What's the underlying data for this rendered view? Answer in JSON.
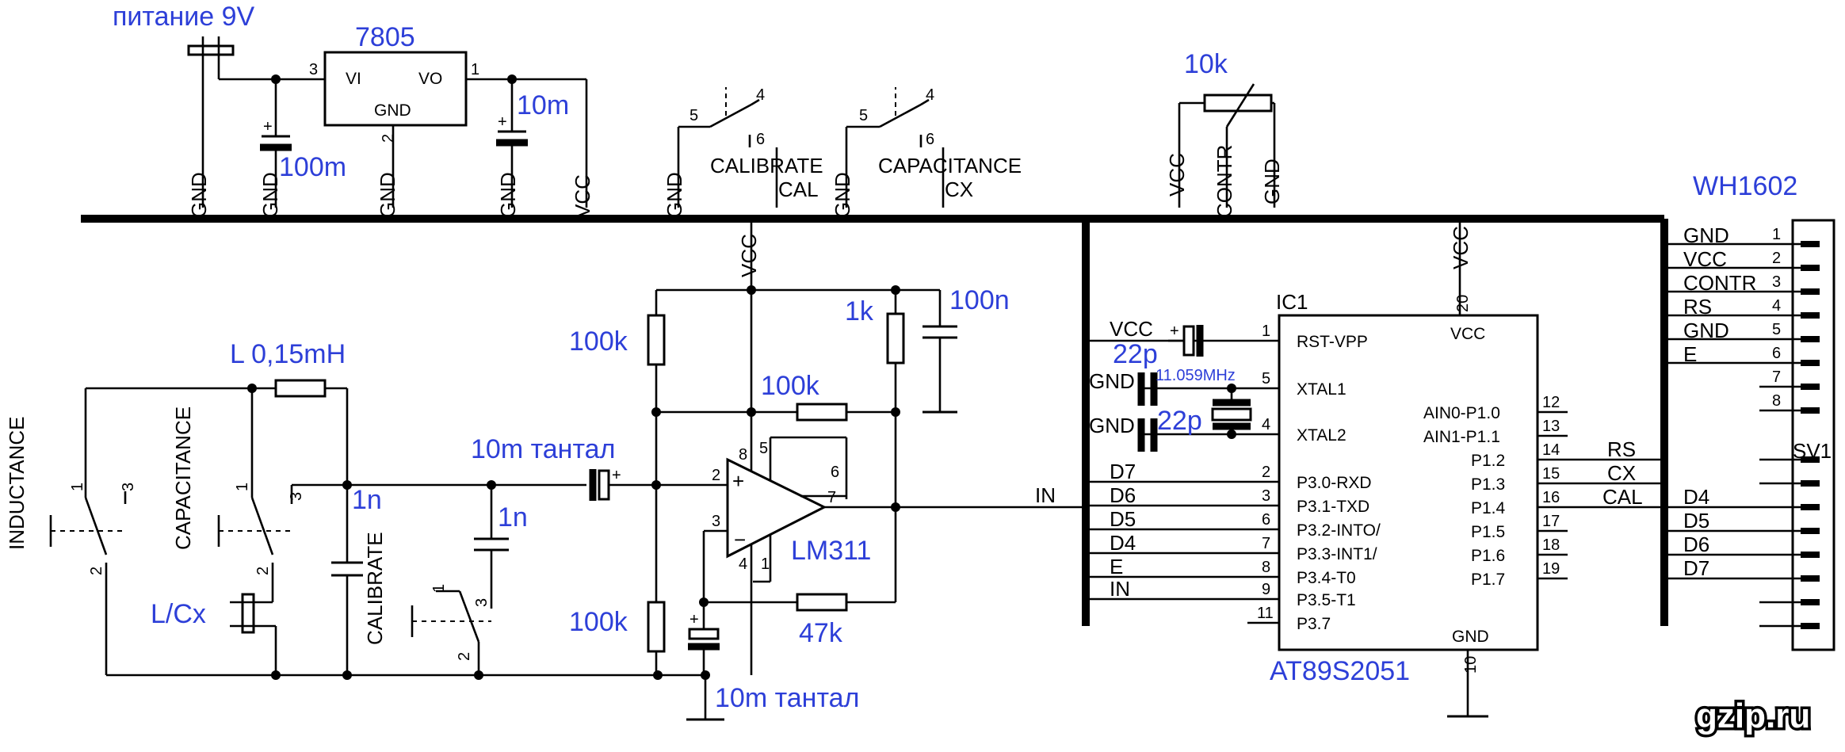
{
  "labels": {
    "power": "питание 9V",
    "reg": "7805",
    "reg_vi": "VI",
    "reg_vo": "VO",
    "reg_gnd": "GND",
    "c100m": "100m",
    "c10m_top": "10m",
    "gnd": "GND",
    "vcc": "VCC",
    "calibrate": "CALIBRATE",
    "cal": "CAL",
    "capacitance": "CAPACITANCE",
    "cx": "CX",
    "pot": "10k",
    "contr": "CONTR",
    "wh": "WH1602",
    "inductance": "INDUCTANCE",
    "capacitance_v": "CAPACITANCE",
    "calibrate_v": "CALIBRATE",
    "l": "L 0,15mH",
    "lcx": "L/Cx",
    "c1n_a": "1n",
    "c1n_b": "1n",
    "tant_top": "10m тантал",
    "tant_bot": "10m тантал",
    "r100k_a": "100k",
    "r100k_b": "100k",
    "r100k_c": "100k",
    "r1k": "1k",
    "c100n": "100n",
    "r47k": "47k",
    "lm": "LM311",
    "in": "IN",
    "ic1": "IC1",
    "mcu": "AT89S2051",
    "c22p_a": "22p",
    "c22p_b": "22p",
    "xtal": "11.059MHz",
    "sv1": "SV1",
    "watermark": "gzip.ru"
  },
  "mcu_left": [
    {
      "n": "1",
      "name": "RST-VPP"
    },
    {
      "n": "5",
      "name": "XTAL1"
    },
    {
      "n": "4",
      "name": "XTAL2"
    },
    {
      "n": "2",
      "name": "P3.0-RXD"
    },
    {
      "n": "3",
      "name": "P3.1-TXD"
    },
    {
      "n": "6",
      "name": "P3.2-INTO/"
    },
    {
      "n": "7",
      "name": "P3.3-INT1/"
    },
    {
      "n": "8",
      "name": "P3.4-T0"
    },
    {
      "n": "9",
      "name": "P3.5-T1"
    },
    {
      "n": "11",
      "name": "P3.7"
    }
  ],
  "mcu_right": [
    {
      "n": "12",
      "name": "AIN0-P1.0"
    },
    {
      "n": "13",
      "name": "AIN1-P1.1"
    },
    {
      "n": "14",
      "name": "P1.2"
    },
    {
      "n": "15",
      "name": "P1.3"
    },
    {
      "n": "16",
      "name": "P1.4"
    },
    {
      "n": "17",
      "name": "P1.5"
    },
    {
      "n": "18",
      "name": "P1.6"
    },
    {
      "n": "19",
      "name": "P1.7"
    }
  ],
  "mcu_pins": {
    "vcc": "VCC",
    "vcc_n": "20",
    "gnd": "GND",
    "gnd_n": "10"
  },
  "left_bus_nets": [
    "VCC",
    "GND",
    "GND",
    "D7",
    "D6",
    "D5",
    "D4",
    "E",
    "IN"
  ],
  "right_bus_nets": [
    "RS",
    "CX",
    "CAL",
    "D4",
    "D5",
    "D6",
    "D7"
  ],
  "lcd_pins": [
    {
      "n": "1",
      "name": "GND"
    },
    {
      "n": "2",
      "name": "VCC"
    },
    {
      "n": "3",
      "name": "CONTR"
    },
    {
      "n": "4",
      "name": "RS"
    },
    {
      "n": "5",
      "name": "GND"
    },
    {
      "n": "6",
      "name": "E"
    },
    {
      "n": "7",
      "name": ""
    },
    {
      "n": "8",
      "name": ""
    }
  ],
  "switch_pins": {
    "p1": "1",
    "p2": "2",
    "p3": "3",
    "p4": "4",
    "p5": "5",
    "p6": "6"
  },
  "reg_pins": {
    "p1": "1",
    "p2": "2",
    "p3": "3"
  },
  "lm_pins": {
    "p1": "1",
    "p2": "2",
    "p3": "3",
    "p4": "4",
    "p5": "5",
    "p6": "6",
    "p7": "7",
    "p8": "8"
  },
  "colors": {
    "wire": "#000000",
    "value": "#2d3fd8"
  }
}
